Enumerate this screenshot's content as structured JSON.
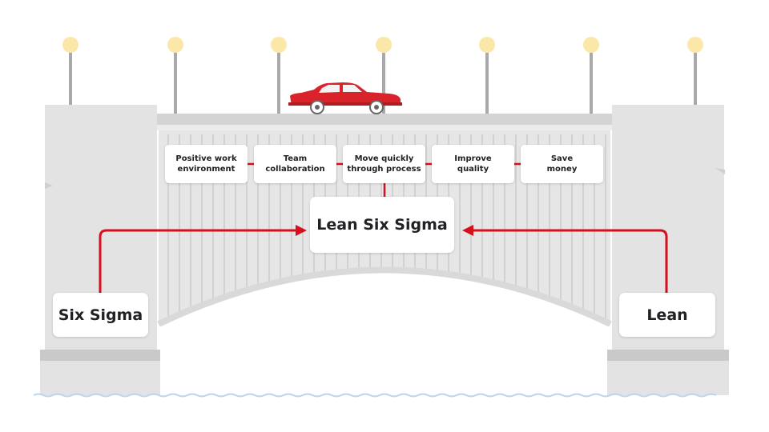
{
  "benefits": [
    "Positive work\nenvironment",
    "Team\ncollaboration",
    "Move quickly\nthrough process",
    "Improve\nquality",
    "Save\nmoney"
  ],
  "center_label": "Lean Six Sigma",
  "left_label": "Six Sigma",
  "right_label": "Lean",
  "colors": {
    "accent": "#d50f1c",
    "bridge": "#e6e6e6",
    "car": "#d8232a",
    "lamp": "#fbe7a8",
    "water": "#bcd2ee"
  }
}
